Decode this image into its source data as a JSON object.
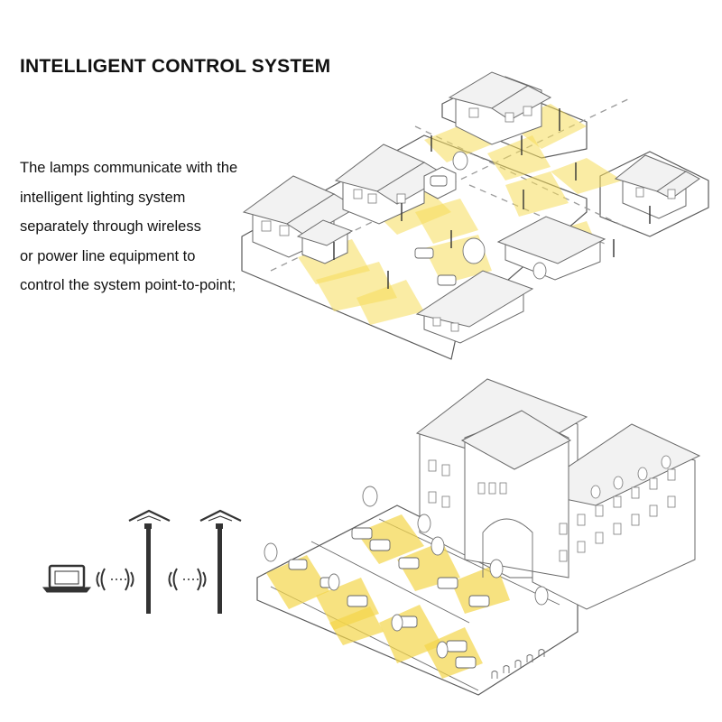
{
  "title": "INTELLIGENT CONTROL SYSTEM",
  "description_lines": [
    "The lamps communicate with the",
    "intelligent lighting system",
    "separately through wireless",
    "or power line equipment to",
    "control the system point-to-point;"
  ],
  "colors": {
    "background": "#ffffff",
    "light_glow": "#f6dc5a",
    "line_art": "#5a5a5a",
    "pole": "#333333"
  },
  "icons": [
    "laptop-icon",
    "wireless-signal-icon",
    "street-lamp-icon"
  ]
}
